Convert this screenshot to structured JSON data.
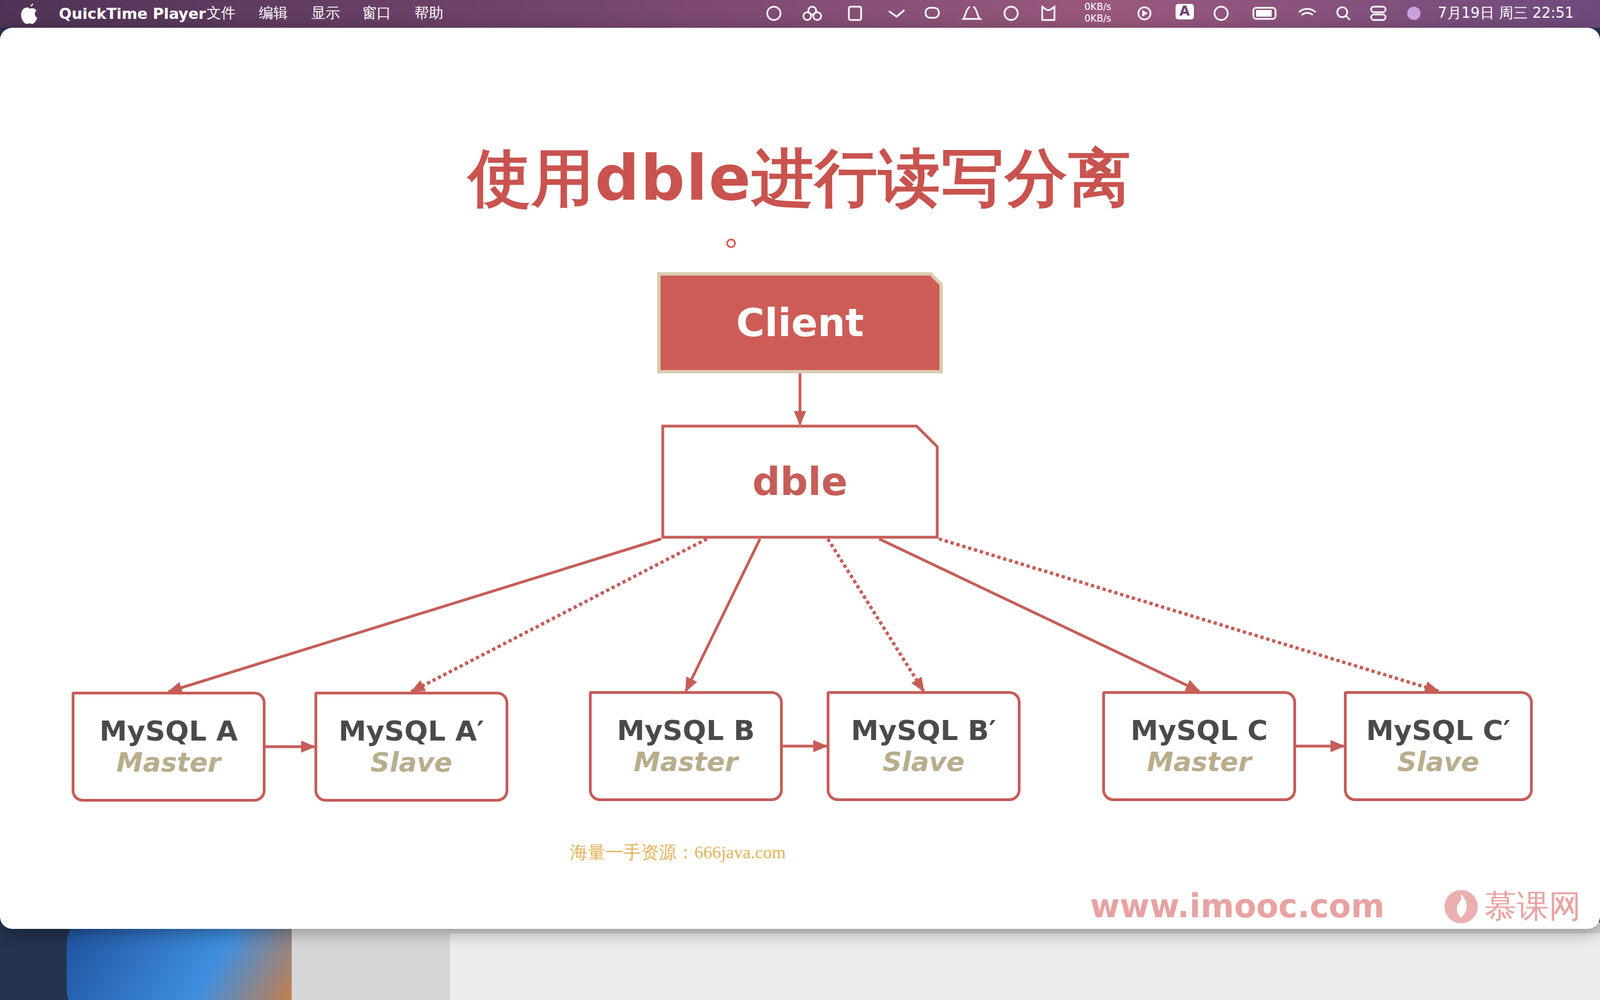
{
  "diagram": {
    "title": "使用dble进行读写分离",
    "nodes": [
      {
        "text": [
          "Client"
        ]
      },
      {
        "text": [
          "dble"
        ]
      },
      {
        "text": [
          "MySQL A",
          "Master"
        ]
      },
      {
        "text": [
          "MySQL A′",
          "Slave"
        ]
      },
      {
        "text": [
          "MySQL B",
          "Master"
        ]
      },
      {
        "text": [
          "MySQL B′",
          "Slave"
        ]
      },
      {
        "text": [
          "MySQL C",
          "Master"
        ]
      },
      {
        "text": [
          "MySQL C′",
          "Slave"
        ]
      }
    ],
    "edges": [
      {
        "from": 0,
        "to": 1,
        "arrow": "to"
      },
      {
        "from": 1,
        "to": 2,
        "arrow": "to"
      },
      {
        "from": 1,
        "to": 3,
        "arrow": "to"
      },
      {
        "from": 1,
        "to": 4,
        "arrow": "to"
      },
      {
        "from": 1,
        "to": 5,
        "arrow": "to"
      },
      {
        "from": 1,
        "to": 6,
        "arrow": "to"
      },
      {
        "from": 1,
        "to": 7,
        "arrow": "to"
      },
      {
        "from": 2,
        "to": 3,
        "arrow": "to"
      },
      {
        "from": 4,
        "to": 5,
        "arrow": "to"
      },
      {
        "from": 6,
        "to": 7,
        "arrow": "to"
      }
    ],
    "labels": [
      "QuickTime Player",
      "文件",
      "编辑",
      "显示",
      "窗口",
      "帮助",
      "0KB/s",
      "0KB/s",
      "A",
      "7月19日 周三 22:51",
      "海量一手资源：666java.com",
      "www.imooc.com",
      "慕课网"
    ]
  }
}
